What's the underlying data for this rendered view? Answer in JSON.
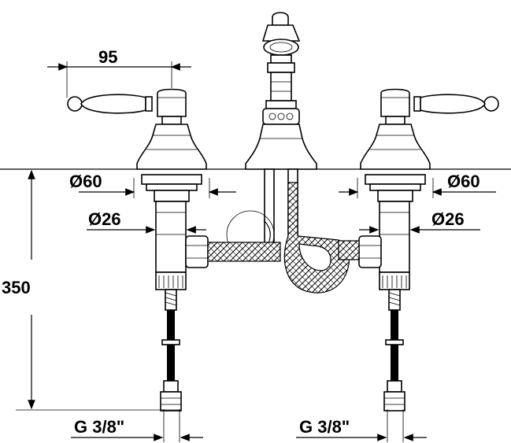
{
  "dimensions": {
    "handle_spacing": "95",
    "total_height": "350",
    "diameter_base_left": "Ø60",
    "diameter_base_right": "Ø60",
    "diameter_shank_left": "Ø26",
    "diameter_shank_right": "Ø26",
    "thread_left": "G 3/8\"",
    "thread_right": "G 3/8\""
  }
}
